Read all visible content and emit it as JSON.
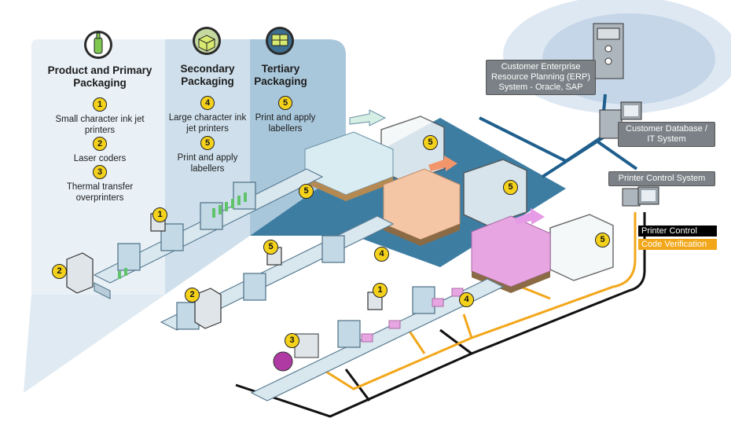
{
  "columns": [
    {
      "title": "Product and Primary Packaging",
      "icon": "bottle-icon",
      "items": [
        {
          "num": "1",
          "text": "Small character ink jet printers"
        },
        {
          "num": "2",
          "text": "Laser coders"
        },
        {
          "num": "3",
          "text": "Thermal transfer overprinters"
        }
      ]
    },
    {
      "title": "Secondary Packaging",
      "icon": "box-icon",
      "items": [
        {
          "num": "4",
          "text": "Large character ink jet printers"
        },
        {
          "num": "5",
          "text": "Print and apply labellers"
        }
      ]
    },
    {
      "title": "Tertiary Packaging",
      "icon": "pallet-icon",
      "items": [
        {
          "num": "5",
          "text": "Print and apply labellers"
        }
      ]
    }
  ],
  "systems": {
    "erp": "Customer Enterprise Resource Planning (ERP) System - Oracle, SAP",
    "database": "Customer Database / IT System",
    "printer_control_system": "Printer Control System"
  },
  "legend": {
    "printer_control": "Printer Control",
    "code_verification": "Code Verification"
  },
  "callouts": {
    "b1": "5",
    "b2": "5",
    "b3": "5",
    "b4": "5",
    "b5": "5",
    "b6": "1",
    "b7": "2",
    "b8": "2",
    "b9": "4",
    "b10": "1",
    "b11": "4",
    "b12": "3"
  },
  "colors": {
    "panel1": "#e9f1f7",
    "panel2": "#cfe0ec",
    "panel3": "#a9c7db",
    "floor": "#3e7da2",
    "accent_yellow": "#f4d21c",
    "network_blue": "#1f5f8e",
    "control_line": "#111111",
    "verification_line": "#f2a71b",
    "pink_box": "#e7a6e2",
    "orange_box": "#f5c6a5"
  }
}
